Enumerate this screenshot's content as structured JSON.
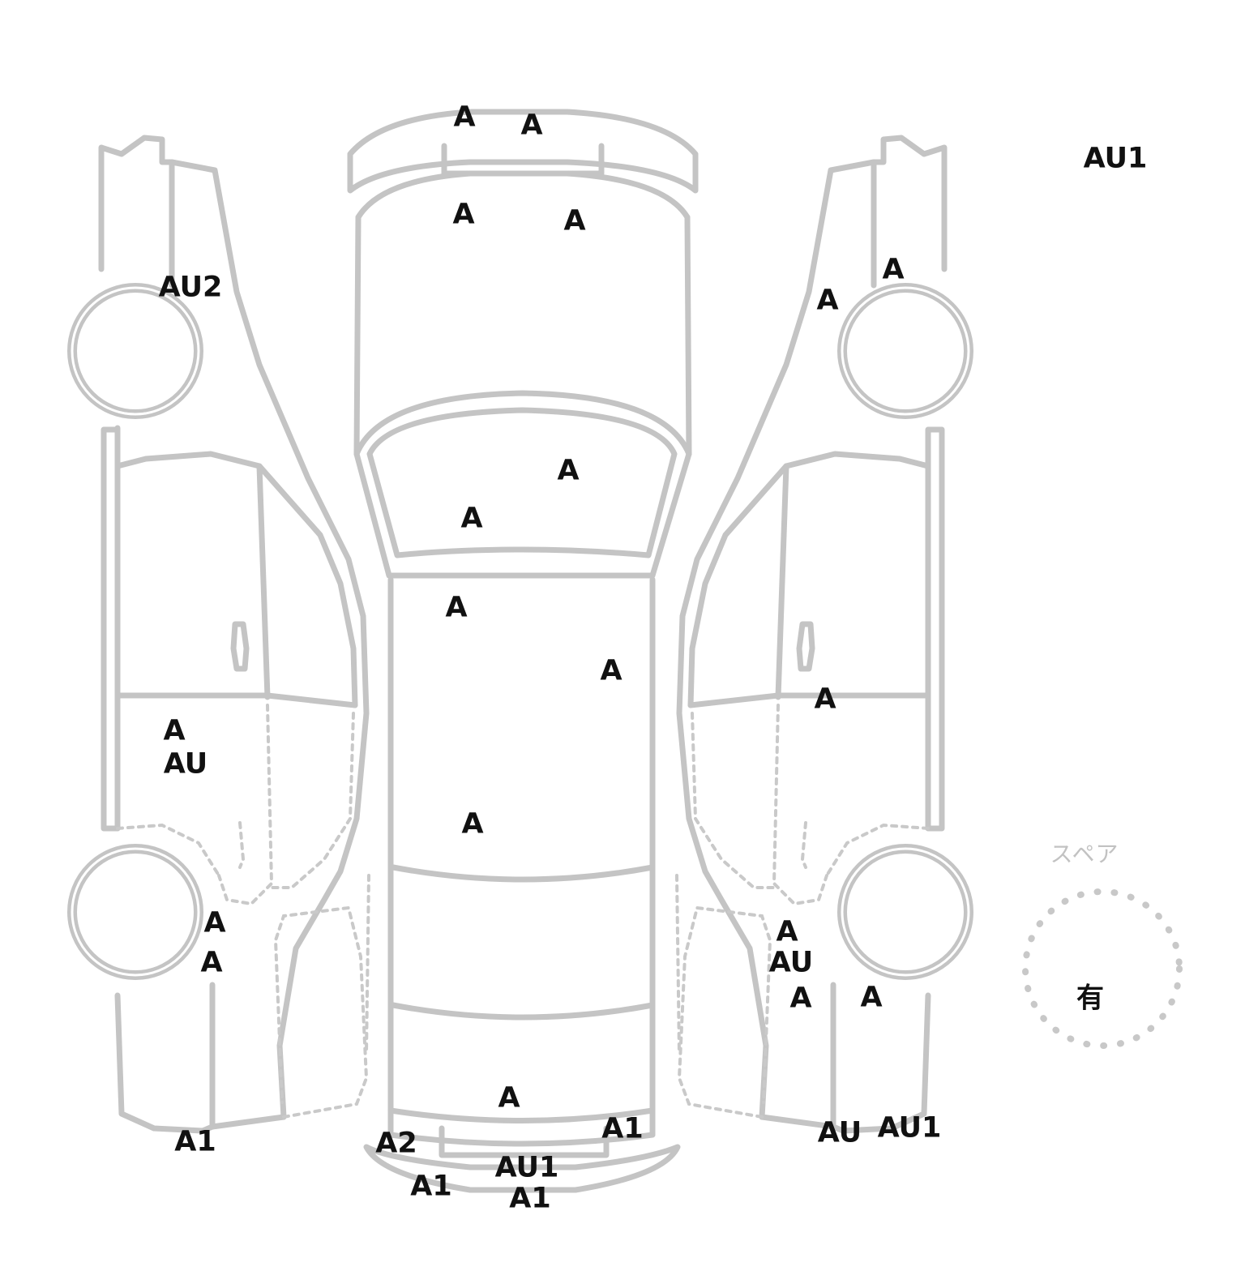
{
  "marks": {
    "m1": "A",
    "m2": "A",
    "m3": "A",
    "m4": "A",
    "m5": "AU1",
    "m6": "AU2",
    "m7": "A",
    "m8": "A",
    "m9": "A",
    "m10": "A",
    "m11": "A",
    "m12": "A",
    "m13": "A",
    "m14": "A",
    "m15": "A",
    "m16": "AU",
    "m17": "A",
    "m18": "A",
    "m19": "A",
    "m20": "AU",
    "m21": "A",
    "m22": "A",
    "m23": "A",
    "m24": "A1",
    "m25": "A1",
    "m26": "AU",
    "m27": "AU1",
    "m28": "A2",
    "m29": "AU1",
    "m30": "A1",
    "m31": "A1"
  },
  "spare": {
    "label": "スペア",
    "value": "有"
  }
}
